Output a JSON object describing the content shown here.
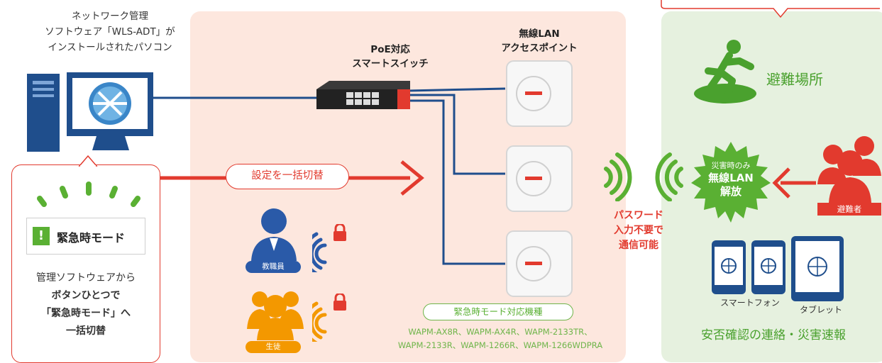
{
  "pc": {
    "caption_lines": [
      "ネットワーク管理",
      "ソフトウェア「WLS-ADT」が",
      "インストールされたパソコン"
    ]
  },
  "switch": {
    "label_lines": [
      "PoE対応",
      "スマートスイッチ"
    ]
  },
  "access_point": {
    "label_lines": [
      "無線LAN",
      "アクセスポイント"
    ]
  },
  "callout": {
    "mode_label": "緊急時モード",
    "mode_icon": "!",
    "desc_lines": [
      "管理ソフトウェアから",
      "ボタンひとつで",
      "「緊急時モード」へ",
      "一括切替"
    ]
  },
  "bulk_switch_label": "設定を一括切替",
  "roles": {
    "staff": "教職員",
    "student": "生徒"
  },
  "password_lines": [
    "パスワード",
    "入力不要で",
    "通信可能"
  ],
  "emergency_models": {
    "title": "緊急時モード対応機種",
    "lines": [
      "WAPM-AX8R、WAPM-AX4R、WAPM-2133TR、",
      "WAPM-2133R、WAPM-1266R、WAPM-1266WDPRA"
    ]
  },
  "shelter": {
    "label": "避難場所",
    "badge_small": "災害時のみ",
    "badge_lines": [
      "無線LAN",
      "解放"
    ],
    "evacuee": "避難者",
    "smartphone": "スマートフォン",
    "tablet": "タブレット",
    "safety": "安否確認の連絡・災害速報"
  },
  "colors": {
    "red": "#e23a2e",
    "navy": "#1f4e8c",
    "green": "#5ab033",
    "pink_bg": "#fde7de",
    "green_bg": "#e6f1df"
  }
}
